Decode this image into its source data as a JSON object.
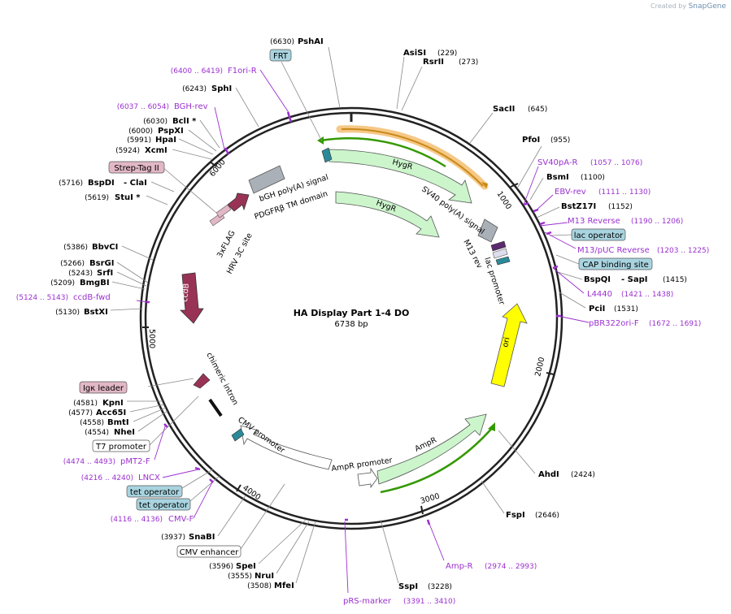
{
  "watermark": {
    "prefix": "Created by",
    "brand": "SnapGene"
  },
  "map": {
    "name": "HA Display Part 1-4 DO",
    "length_label": "6738 bp",
    "length": 6738,
    "ticks": [
      "1000",
      "2000",
      "3000",
      "4000",
      "5000",
      "6000"
    ]
  },
  "enzymes": [
    {
      "pos": "(6630)",
      "name": "PshAI"
    },
    {
      "name": "AsiSI",
      "pos": "(229)"
    },
    {
      "name": "RsrII",
      "pos": "(273)"
    },
    {
      "name": "SacII",
      "pos": "(645)"
    },
    {
      "name": "PfoI",
      "pos": "(955)"
    },
    {
      "name": "BsmI",
      "pos": "(1100)"
    },
    {
      "name": "BstZ17I",
      "pos": "(1152)"
    },
    {
      "name": "BspQI",
      "sep": "- SapI",
      "pos": "(1415)"
    },
    {
      "name": "PciI",
      "pos": "(1531)"
    },
    {
      "name": "AhdI",
      "pos": "(2424)"
    },
    {
      "name": "FspI",
      "pos": "(2646)"
    },
    {
      "name": "SspI",
      "pos": "(3228)"
    },
    {
      "pos": "(3508)",
      "name": "MfeI"
    },
    {
      "pos": "(3555)",
      "name": "NruI"
    },
    {
      "pos": "(3596)",
      "name": "SpeI"
    },
    {
      "pos": "(3937)",
      "name": "SnaBI"
    },
    {
      "pos": "(4554)",
      "name": "NheI"
    },
    {
      "pos": "(4558)",
      "name": "BmtI"
    },
    {
      "pos": "(4577)",
      "name": "Acc65I"
    },
    {
      "pos": "(4581)",
      "name": "KpnI"
    },
    {
      "pos": "(5130)",
      "name": "BstXI"
    },
    {
      "pos": "(5209)",
      "name": "BmgBI"
    },
    {
      "pos": "(5243)",
      "name": "SrfI"
    },
    {
      "pos": "(5266)",
      "name": "BsrGI"
    },
    {
      "pos": "(5386)",
      "name": "BbvCI"
    },
    {
      "pos": "(5619)",
      "name": "StuI *"
    },
    {
      "pos": "(5716)",
      "name": "BspDI",
      "sep": "- ClaI"
    },
    {
      "pos": "(5924)",
      "name": "XcmI"
    },
    {
      "pos": "(5991)",
      "name": "HpaI"
    },
    {
      "pos": "(6000)",
      "name": "PspXI"
    },
    {
      "pos": "(6030)",
      "name": "BclI *"
    },
    {
      "pos": "(6243)",
      "name": "SphI"
    }
  ],
  "primers": [
    {
      "range": "(6400 .. 6419)",
      "name": "F1ori-R"
    },
    {
      "range": "(6037 .. 6054)",
      "name": "BGH-rev"
    },
    {
      "name": "SV40pA-R",
      "range": "(1057 .. 1076)"
    },
    {
      "name": "EBV-rev",
      "range": "(1111 .. 1130)"
    },
    {
      "name": "M13 Reverse",
      "range": "(1190 .. 1206)"
    },
    {
      "name": "M13/pUC Reverse",
      "range": "(1203 .. 1225)"
    },
    {
      "name": "L4440",
      "range": "(1421 .. 1438)"
    },
    {
      "name": "pBR322ori-F",
      "range": "(1672 .. 1691)"
    },
    {
      "name": "Amp-R",
      "range": "(2974 .. 2993)"
    },
    {
      "name": "pRS-marker",
      "range": "(3391 .. 3410)"
    },
    {
      "range": "(4116 .. 4136)",
      "name": "CMV-F"
    },
    {
      "range": "(4216 .. 4240)",
      "name": "LNCX"
    },
    {
      "range": "(4474 .. 4493)",
      "name": "pMT2-F"
    },
    {
      "range": "(5124 .. 5143)",
      "name": "ccdB-fwd"
    }
  ],
  "boxed_features": [
    {
      "label": "FRT",
      "color": "#a8d4e0"
    },
    {
      "label": "lac operator",
      "color": "#a8d4e0"
    },
    {
      "label": "CAP binding site",
      "color": "#a8d4e0"
    },
    {
      "label": "Strep-Tag II",
      "color": "#e2b7c6"
    },
    {
      "label": "Igκ leader",
      "color": "#e2b7c6"
    },
    {
      "label": "T7 promoter",
      "color": "#ffffff"
    },
    {
      "label": "tet operator",
      "color": "#a8d4e0"
    },
    {
      "label": "tet operator",
      "color": "#a8d4e0"
    },
    {
      "label": "CMV enhancer",
      "color": "#ffffff"
    }
  ],
  "features": {
    "hygr_outer": "HygR",
    "hygr_inner": "HygR",
    "sv40": "SV40 poly(A) signal",
    "m13rev": "M13 rev",
    "lacprom": "lac promoter",
    "ori": "ori",
    "ampr": "AmpR",
    "ampr_promoter": "AmpR promoter",
    "cmv_promoter": "CMV promoter",
    "chimeric_intron": "chimeric intron",
    "ccdb": "ccdB",
    "flag": "3xFLAG",
    "hrv": "HRV 3C site",
    "bgh": "bGH poly(A) signal",
    "pdgfr": "PDGFRβ TM domain"
  },
  "colors": {
    "hygr": "#ccf5cc",
    "ori": "#ffff00",
    "ccdb": "#993355",
    "primer": "#9b30d0",
    "orf_highlight": "#f5c27a",
    "direction_green": "#339900",
    "m13": "#aab0b8",
    "teal": "#2a8a9a"
  }
}
